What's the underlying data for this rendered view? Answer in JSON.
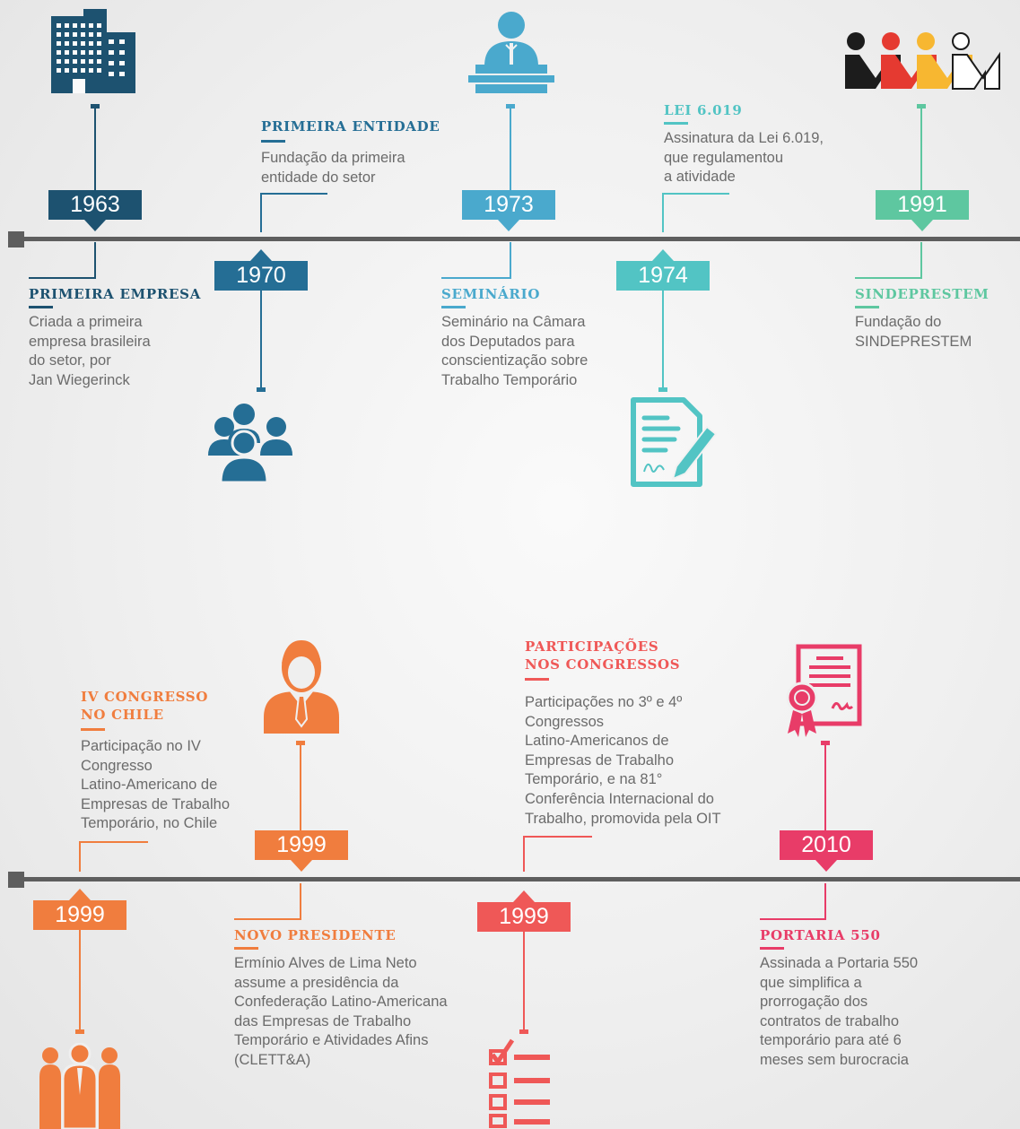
{
  "colors": {
    "navy": "#1d5270",
    "steel": "#256e95",
    "sky": "#4aa9cd",
    "teal": "#52c4c4",
    "mint": "#5ec7a0",
    "orange": "#f07d3e",
    "coral": "#ef5857",
    "pink": "#e83c68",
    "axis": "#5e5e5e",
    "body_text": "#6b6b6b"
  },
  "top_timeline": {
    "events": [
      {
        "year": "1963",
        "title": "PRIMEIRA EMPRESA",
        "text": "Criada a primeira\nempresa brasileira\ndo setor, por\nJan Wiegerinck",
        "icon": "office-building-icon"
      },
      {
        "year": "1970",
        "title": "PRIMEIRA ENTIDADE",
        "text": "Fundação da primeira\nentidade do setor",
        "icon": "group-of-people-icon"
      },
      {
        "year": "1973",
        "title": "SEMINÁRIO",
        "text": " Seminário na Câmara\ndos Deputados para\nconscientização sobre\nTrabalho Temporário",
        "icon": "speaker-podium-icon"
      },
      {
        "year": "1974",
        "title": "LEI 6.019",
        "text": "Assinatura da Lei 6.019,\nque regulamentou\na atividade",
        "icon": "signed-document-icon"
      },
      {
        "year": "1991",
        "title": "SINDEPRESTEM",
        "text": "Fundação do\nSINDEPRESTEM",
        "icon": "sindeprestem-logo-icon"
      }
    ]
  },
  "bottom_timeline": {
    "events": [
      {
        "year": "1999",
        "title_lines": [
          "IV CONGRESSO",
          "NO CHILE"
        ],
        "text": "Participação no IV\nCongresso\nLatino-Americano de\nEmpresas de Trabalho\nTemporário, no Chile",
        "icon": "team-people-icon"
      },
      {
        "year": "1999",
        "title": "NOVO PRESIDENTE",
        "text": "Ermínio Alves de Lima Neto\nassume a presidência da\nConfederação Latino-Americana\ndas Empresas de Trabalho\nTemporário e Atividades Afins\n(CLETT&A)",
        "icon": "businessman-icon"
      },
      {
        "year": "1999",
        "title_lines": [
          "PARTICIPAÇÕES",
          "NOS CONGRESSOS"
        ],
        "text": "Participações no 3º e 4º\nCongressos\nLatino-Americanos de\nEmpresas de Trabalho\nTemporário, e na 81°\nConferência Internacional do\nTrabalho, promovida pela OIT",
        "icon": "checklist-icon"
      },
      {
        "year": "2010",
        "title": "PORTARIA 550",
        "text": "Assinada a Portaria 550\nque simplifica a\nprorrogação dos\ncontratos de trabalho\ntemporário para até 6\nmeses sem burocracia",
        "icon": "certificate-icon"
      }
    ]
  }
}
